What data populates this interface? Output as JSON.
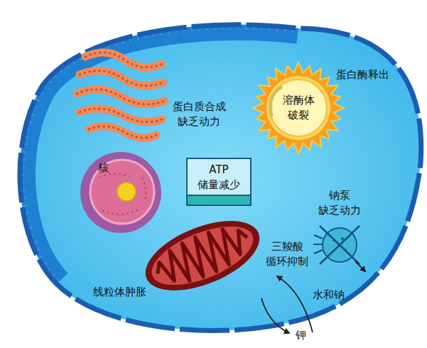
{
  "diagram": {
    "nodes": [
      {
        "text": [
          "溶酶体 破裂"
        ]
      },
      {
        "text": [
          "核"
        ]
      },
      {
        "text": [
          "ATP 储量减少"
        ]
      }
    ],
    "labels": [
      "蛋白酶释出",
      "蛋白质合成 缺乏动力",
      "钠泵 缺乏动力",
      "三羧酸 循环抑制",
      "线粒体肿胀",
      "水和钠",
      "钾"
    ]
  }
}
